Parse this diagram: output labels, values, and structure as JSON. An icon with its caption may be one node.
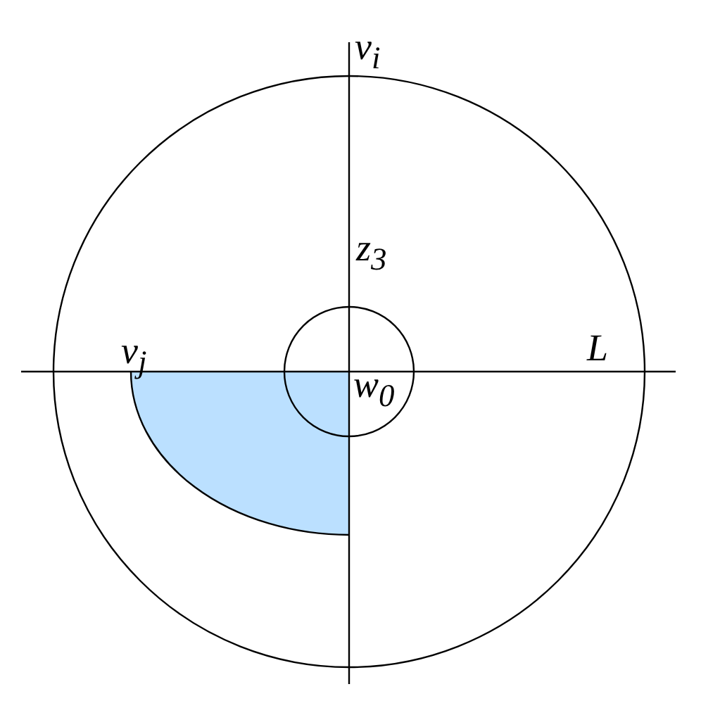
{
  "diagram": {
    "labels": [
      "v$_{i}$",
      "z$_{3}$",
      "v$_{j}$",
      "L",
      "w$_{0}$"
    ]
  }
}
